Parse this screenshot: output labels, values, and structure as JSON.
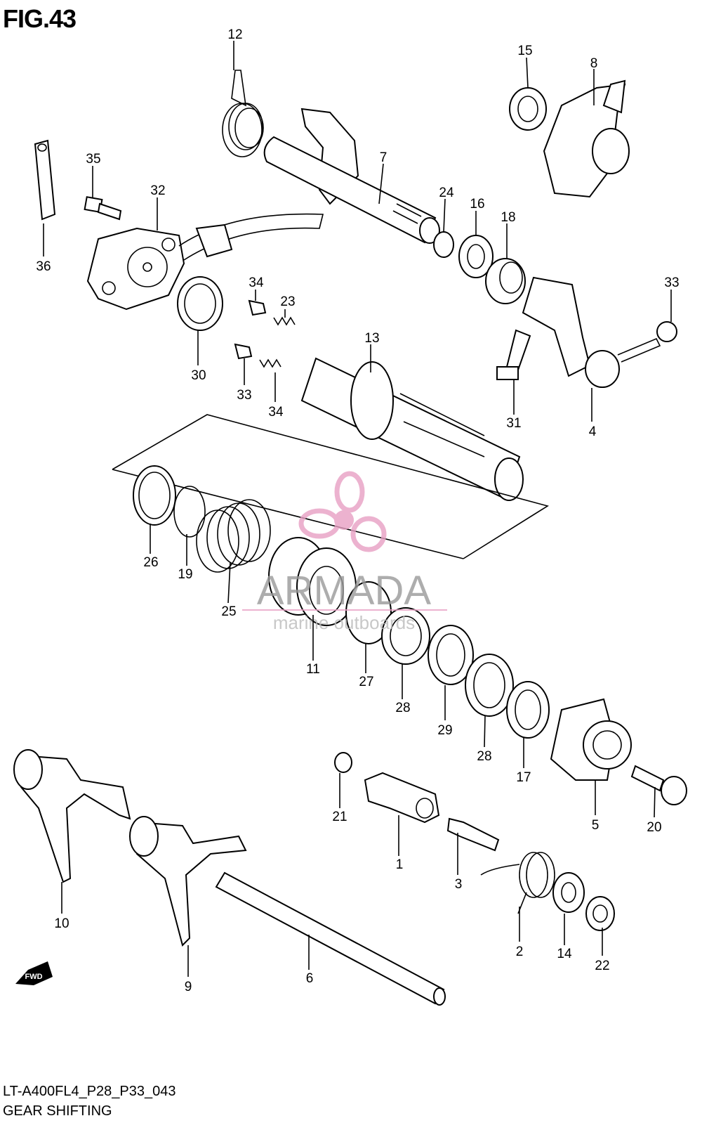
{
  "figure": {
    "title": "FIG.43"
  },
  "footer": {
    "code": "LT-A400FL4_P28_P33_043",
    "caption": "GEAR SHIFTING"
  },
  "direction_badge": "FWD",
  "watermark": {
    "brand": "ARMADA",
    "tagline": "marine outboards",
    "color": "#e8a0c4"
  },
  "callouts": [
    "12",
    "15",
    "8",
    "35",
    "32",
    "7",
    "24",
    "16",
    "18",
    "36",
    "33",
    "34",
    "23",
    "13",
    "30",
    "33",
    "34",
    "31",
    "4",
    "26",
    "19",
    "25",
    "11",
    "27",
    "28",
    "29",
    "28",
    "17",
    "5",
    "20",
    "21",
    "1",
    "3",
    "2",
    "14",
    "22",
    "10",
    "9",
    "6"
  ]
}
